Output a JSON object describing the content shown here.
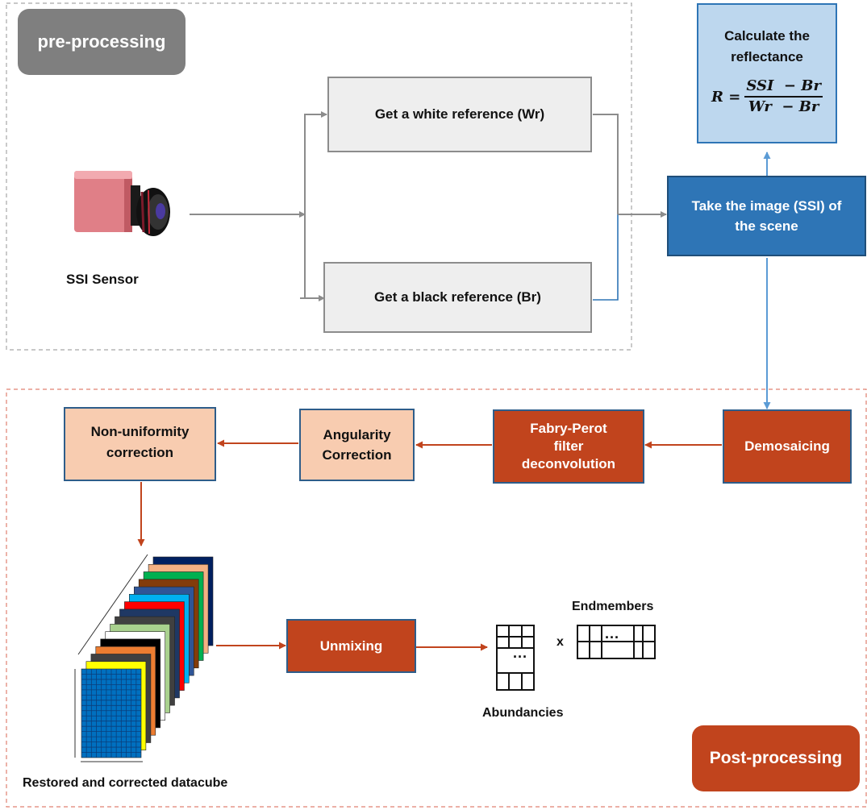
{
  "sections": {
    "pre": "pre-processing",
    "post": "Post-processing"
  },
  "sensor": {
    "label": "SSI Sensor"
  },
  "boxes": {
    "white_ref": "Get a white reference (Wr)",
    "black_ref": "Get a black reference (Br)",
    "take_image_1": "Take the image (SSI) of",
    "take_image_2": "the scene",
    "reflectance_1": "Calculate the",
    "reflectance_2": "reflectance",
    "demosaicing": "Demosaicing",
    "fabry_1": "Fabry-Perot",
    "fabry_2": "filter",
    "fabry_3": "deconvolution",
    "angularity_1": "Angularity",
    "angularity_2": "Correction",
    "nonuni_1": "Non-uniformity",
    "nonuni_2": "correction",
    "unmixing": "Unmixing"
  },
  "formula": {
    "lhs": "R =",
    "numerator": "SSI  − Br",
    "denominator": "Wr  − Br"
  },
  "labels": {
    "datacube": "Restored and corrected datacube",
    "abundancies": "Abundancies",
    "endmembers": "Endmembers",
    "times": "x",
    "dots": "···"
  },
  "colors": {
    "accent_blue": "#2e75b6",
    "light_blue": "#bdd7ee",
    "red": "#c1441d",
    "peach": "#f8ccb0",
    "gray_tag": "#7f7f7f"
  },
  "datacube_layer_colors": [
    "#002060",
    "#f4b183",
    "#00b050",
    "#833c0b",
    "#2f5597",
    "#00b0f0",
    "#ff0000",
    "#1f3864",
    "#404040",
    "#a9d18e",
    "#ffffff",
    "#000000",
    "#ed7d31",
    "#404040",
    "#ffff00",
    "#0070c0"
  ]
}
